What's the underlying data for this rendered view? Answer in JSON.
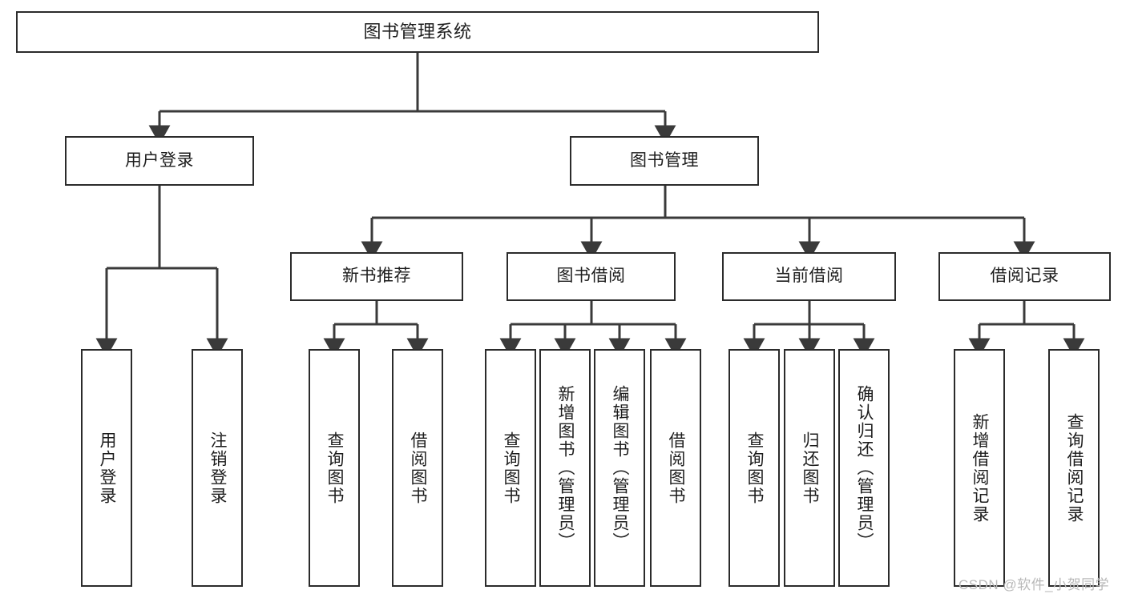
{
  "diagram": {
    "title": "图书管理系统",
    "watermark": "CSDN @软件_小贺同学",
    "colors": {
      "box_border": "#2b2b2b",
      "box_fill": "#ffffff",
      "connector": "#3a3a3a",
      "text": "#1d1d1d",
      "watermark": "#b9b9b9",
      "background": "#ffffff"
    },
    "nodes": {
      "root": "图书管理系统",
      "level2": {
        "user_login": "用户登录",
        "book_manage": "图书管理"
      },
      "level3": {
        "new_book_recommend": "新书推荐",
        "book_borrow": "图书借阅",
        "current_borrow": "当前借阅",
        "borrow_record": "借阅记录"
      },
      "leaves": {
        "user_login_1": "用户登录",
        "user_login_2": "注销登录",
        "new_book_1": "查询图书",
        "new_book_2": "借阅图书",
        "book_borrow_1": "查询图书",
        "book_borrow_2": "新增图书（管理员）",
        "book_borrow_3": "编辑图书（管理员）",
        "book_borrow_4": "借阅图书",
        "current_borrow_1": "查询图书",
        "current_borrow_2": "归还图书",
        "current_borrow_3": "确认归还（管理员）",
        "borrow_record_1": "新增借阅记录",
        "borrow_record_2": "查询借阅记录"
      }
    }
  }
}
